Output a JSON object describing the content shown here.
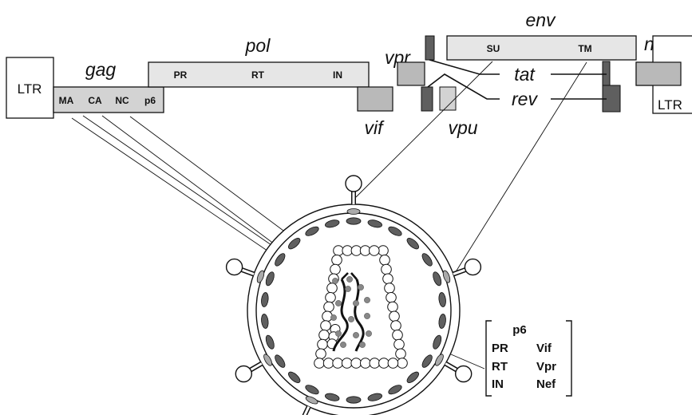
{
  "genome": {
    "ltr_left": "LTR",
    "ltr_right": "LTR",
    "gag": {
      "name": "gag",
      "segments": [
        "MA",
        "CA",
        "NC",
        "p6"
      ]
    },
    "pol": {
      "name": "pol",
      "segments": [
        "PR",
        "RT",
        "IN"
      ]
    },
    "env": {
      "name": "env",
      "segments": [
        "SU",
        "TM"
      ]
    },
    "accessory": {
      "vif": "vif",
      "vpr": "vpr",
      "vpu": "vpu",
      "tat": "tat",
      "rev": "rev",
      "nef": "nef"
    }
  },
  "virion": {
    "core_proteins": {
      "top": "p6",
      "left": [
        "PR",
        "RT",
        "IN"
      ],
      "right": [
        "Vif",
        "Vpr",
        "Nef"
      ]
    }
  },
  "colors": {
    "light_gray": "#e6e6e6",
    "mid_gray": "#b9b9b9",
    "dark_gray": "#5f5f5f",
    "line": "#111111"
  }
}
